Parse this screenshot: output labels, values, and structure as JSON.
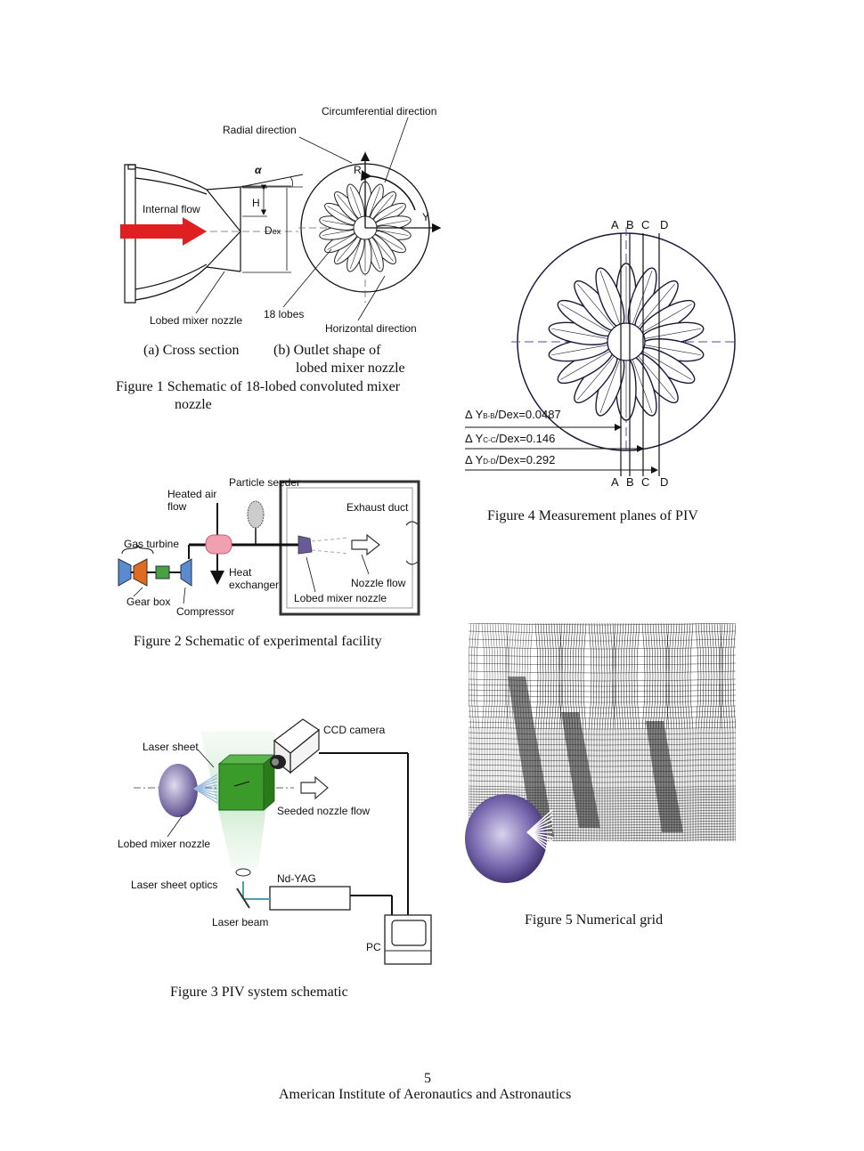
{
  "fig1": {
    "labels": {
      "circumferential": "Circumferential direction",
      "radial": "Radial direction",
      "alpha": "α",
      "R": "R",
      "internal_flow": "Internal flow",
      "H": "H",
      "Dex_main": "D",
      "Dex_sub": "ex",
      "Y": "Y",
      "lobed_mixer_nozzle": "Lobed mixer nozzle",
      "lobes": "18 lobes",
      "horizontal": "Horizontal direction"
    },
    "sub_a": "(a) Cross section",
    "sub_b_line1": "(b) Outlet shape of",
    "sub_b_line2": "lobed mixer nozzle",
    "caption_line1": "Figure 1 Schematic of 18-lobed convoluted mixer",
    "caption_line2": "nozzle"
  },
  "fig4": {
    "top_letters": [
      "A",
      "B",
      "C",
      "D"
    ],
    "bottom_letters": [
      "A",
      "B",
      "C",
      "D"
    ],
    "delta1": "Δ Y",
    "delta1_sub": "B-B",
    "delta1_rest": "/Dex=0.0487",
    "delta2": "Δ Y",
    "delta2_sub": "C-C",
    "delta2_rest": "/Dex=0.146",
    "delta3": "Δ Y",
    "delta3_sub": "D-D",
    "delta3_rest": "/Dex=0.292",
    "caption": "Figure 4 Measurement planes of PIV"
  },
  "fig2": {
    "labels": {
      "particle_seeder": "Particle seeder",
      "heated_air": "Heated air flow",
      "exhaust_duct": "Exhaust duct",
      "gas_turbine": "Gas turbine",
      "heat_exchanger": "Heat exchanger",
      "nozzle_flow": "Nozzle flow",
      "lobed_mixer_nozzle": "Lobed mixer nozzle",
      "gear_box": "Gear box",
      "compressor": "Compressor"
    },
    "caption": "Figure 2 Schematic of experimental facility"
  },
  "fig3": {
    "labels": {
      "ccd_camera": "CCD camera",
      "laser_sheet": "Laser sheet",
      "seeded_flow": "Seeded nozzle flow",
      "lobed_mixer_nozzle": "Lobed mixer nozzle",
      "laser_sheet_optics": "Laser sheet optics",
      "nd_yag": "Nd-YAG",
      "laser_beam": "Laser beam",
      "pc": "PC"
    },
    "caption": "Figure 3 PIV system schematic"
  },
  "fig5": {
    "caption": "Figure 5 Numerical grid"
  },
  "footer": {
    "page_number": "5",
    "org": "American Institute of Aeronautics and Astronautics"
  },
  "colors": {
    "arrow_red": "#e02020",
    "nozzle_purple": "#6a5a9a",
    "laser_green": "#3a9a2a",
    "dash_purple": "#5a4a9a",
    "compressor_blue": "#5a8ad0",
    "gearbox_green": "#4aa040",
    "turbine_orange": "#e06a20",
    "heat_exchanger_pink": "#f0a0b0"
  }
}
